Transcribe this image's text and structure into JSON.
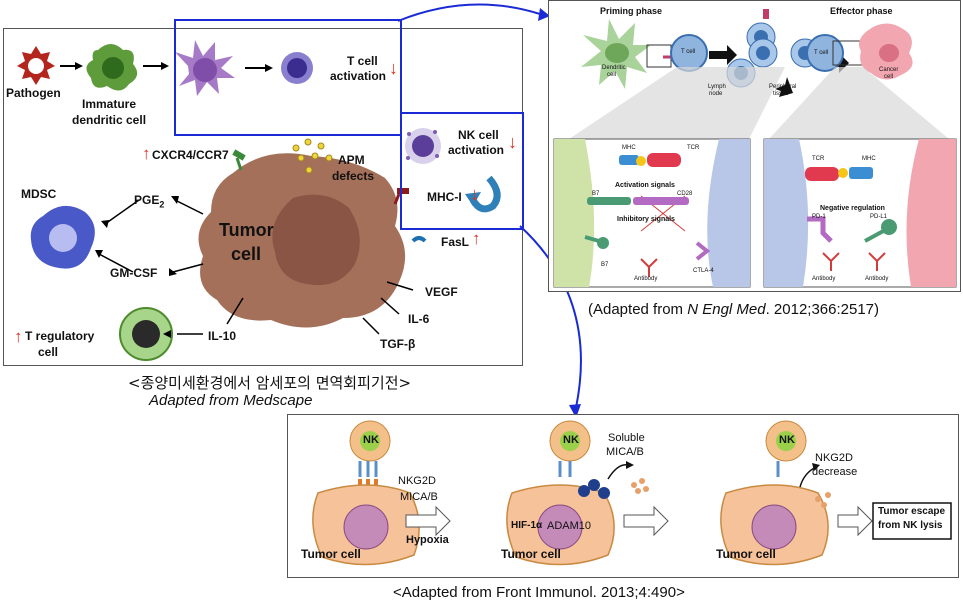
{
  "left_panel": {
    "pathogen": "Pathogen",
    "immature_dc": [
      "Immature",
      "dendritic cell"
    ],
    "t_cell_activation": [
      "T cell",
      "activation"
    ],
    "nk_cell_activation": [
      "NK cell",
      "activation"
    ],
    "cxcr4": "CXCR4/CCR7",
    "apm_defects": [
      "APM",
      "defects"
    ],
    "mdsc": "MDSC",
    "pge2": "PGE",
    "pge2_sub": "2",
    "tumor_cell": [
      "Tumor",
      "cell"
    ],
    "mhc_i": "MHC-I",
    "fasl": "FasL",
    "gm_csf": "GM-CSF",
    "vegf": "VEGF",
    "il6": "IL-6",
    "il10": "IL-10",
    "tgf_b": "TGF-β",
    "t_regulatory": [
      "T regulatory",
      "cell"
    ],
    "arrow_up": "↑",
    "arrow_down": "↓"
  },
  "left_caption": {
    "line1": "<종양미세환경에서 암세포의 면역회피기전>",
    "line2": "Adapted from Medscape"
  },
  "right_panel": {
    "priming_phase": "Priming phase",
    "effector_phase": "Effector phase",
    "dendritic_cell": [
      "Dendritic",
      "cell"
    ],
    "t_cell": "T cell",
    "lymph_node": [
      "Lymph",
      "node"
    ],
    "peripheral_tissue": [
      "Peripheral",
      "tissue"
    ],
    "t_cell_2": "T cell",
    "cancer_cell": [
      "Cancer",
      "cell"
    ],
    "mhc": "MHC",
    "tcr": "TCR",
    "activation_signals": "Activation signals",
    "b7": "B7",
    "cd28": "CD28",
    "inhibitory_signals": "Inhibitory signals",
    "b7_2": "B7",
    "antibody": "Antibody",
    "ctla4": "CTLA-4",
    "tcr_2": "TCR",
    "mhc_2": "MHC",
    "negative_regulation": "Negative regulation",
    "pd1": "PD-1",
    "pdl1": "PD-L1",
    "antibody_2": "Antibody",
    "antibody_3": "Antibody"
  },
  "right_caption": {
    "prefix": "(Adapted from ",
    "journal": "N Engl Med",
    "suffix": ". 2012;366:2517)"
  },
  "bottom_panel": {
    "nk": "NK",
    "nkg2d": "NKG2D",
    "mica_b": "MICA/B",
    "tumor_cell": "Tumor cell",
    "hypoxia": "Hypoxia",
    "soluble_mica": [
      "Soluble",
      "MICA/B"
    ],
    "hif1a": "HIF-1α",
    "adam10": "ADAM10",
    "nkg2d_decrease": [
      "NKG2D",
      "decrease"
    ],
    "tumor_escape": [
      "Tumor escape",
      "from NK lysis"
    ]
  },
  "bottom_caption": "<Adapted from Front Immunol. 2013;4:490>",
  "colors": {
    "highlight_box": "#1a2bd6",
    "tumor_brown": "#9c6a52",
    "red_up": "#e0301e",
    "nk_orange": "#f3c08a",
    "nk_green": "#9bd04a"
  }
}
